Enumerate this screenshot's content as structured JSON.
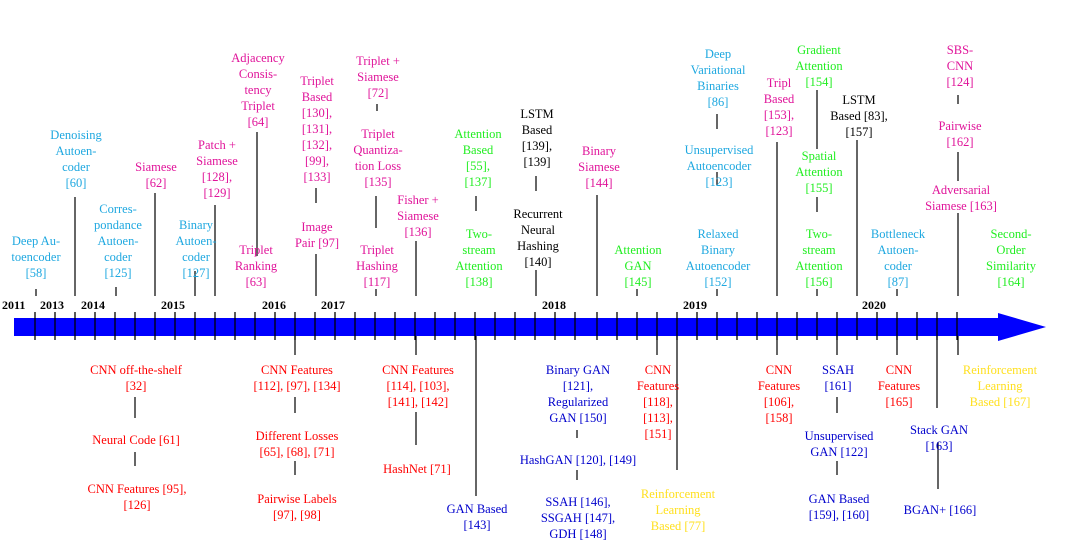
{
  "colors": {
    "axis": "#0000ff",
    "red": "#ff0000",
    "blue": "#0000cc",
    "cyan": "#1fa8e0",
    "magenta": "#e0149a",
    "green": "#22ee22",
    "yellow": "#ffe020",
    "black": "#000000"
  },
  "years": [
    "2011",
    "2013",
    "2014",
    "2015",
    "2016",
    "2017",
    "2018",
    "2019",
    "2020"
  ],
  "above": [
    {
      "lines": [
        "Deep Au-",
        "toencoder",
        "[58]"
      ],
      "color": "cyan"
    },
    {
      "lines": [
        "Denoising",
        "Autoen-",
        "coder",
        "[60]"
      ],
      "color": "cyan"
    },
    {
      "lines": [
        "Corres-",
        "pondance",
        "Autoen-",
        "coder",
        "[125]"
      ],
      "color": "cyan"
    },
    {
      "lines": [
        "Siamese",
        "[62]"
      ],
      "color": "magenta"
    },
    {
      "lines": [
        "Binary",
        "Autoen-",
        "coder",
        "[127]"
      ],
      "color": "cyan"
    },
    {
      "lines": [
        "Patch +",
        "Siamese",
        "[128],",
        "[129]"
      ],
      "color": "magenta"
    },
    {
      "lines": [
        "Adjacency",
        "Consis-",
        "tency",
        "Triplet",
        "[64]"
      ],
      "color": "magenta"
    },
    {
      "lines": [
        "Triplet",
        "Ranking",
        "[63]"
      ],
      "color": "magenta"
    },
    {
      "lines": [
        "Triplet",
        "Based",
        "[130],",
        "[131],",
        "[132],",
        "[99],",
        "[133]"
      ],
      "color": "magenta"
    },
    {
      "lines": [
        "Image",
        "Pair [97]"
      ],
      "color": "magenta"
    },
    {
      "lines": [
        "Triplet +",
        "Siamese",
        "[72]"
      ],
      "color": "magenta"
    },
    {
      "lines": [
        "Triplet",
        "Quantiza-",
        "tion Loss",
        "[135]"
      ],
      "color": "magenta"
    },
    {
      "lines": [
        "Triplet",
        "Hashing",
        "[117]"
      ],
      "color": "magenta"
    },
    {
      "lines": [
        "Fisher +",
        "Siamese",
        "[136]"
      ],
      "color": "magenta"
    },
    {
      "lines": [
        "Attention",
        "Based",
        "[55],",
        "[137]"
      ],
      "color": "green"
    },
    {
      "lines": [
        "Two-",
        "stream",
        "Attention",
        "[138]"
      ],
      "color": "green"
    },
    {
      "lines": [
        "LSTM",
        "Based",
        "[139],",
        "[139]"
      ],
      "color": "black"
    },
    {
      "lines": [
        "Recurrent",
        "Neural",
        "Hashing",
        "[140]"
      ],
      "color": "black"
    },
    {
      "lines": [
        "Binary",
        "Siamese",
        "[144]"
      ],
      "color": "magenta"
    },
    {
      "lines": [
        "Attention",
        "GAN",
        "[145]"
      ],
      "color": "green"
    },
    {
      "lines": [
        "Deep",
        "Variational",
        "Binaries",
        "[86]"
      ],
      "color": "cyan"
    },
    {
      "lines": [
        "Unsupervised",
        "Autoencoder",
        "[123]"
      ],
      "color": "cyan"
    },
    {
      "lines": [
        "Relaxed",
        "Binary",
        "Autoencoder",
        "[152]"
      ],
      "color": "cyan"
    },
    {
      "lines": [
        "Tripl",
        "Based",
        "[153],",
        "[123]"
      ],
      "color": "magenta"
    },
    {
      "lines": [
        "Gradient",
        "Attention",
        "[154]"
      ],
      "color": "green"
    },
    {
      "lines": [
        "Spatial",
        "Attention",
        "[155]"
      ],
      "color": "green"
    },
    {
      "lines": [
        "Two-",
        "stream",
        "Attention",
        "[156]"
      ],
      "color": "green"
    },
    {
      "lines": [
        "LSTM",
        "Based [83],",
        "[157]"
      ],
      "color": "black"
    },
    {
      "lines": [
        "Bottleneck",
        "Autoen-",
        "coder",
        "[87]"
      ],
      "color": "cyan"
    },
    {
      "lines": [
        "SBS-",
        "CNN",
        "[124]"
      ],
      "color": "magenta"
    },
    {
      "lines": [
        "Pairwise",
        "[162]"
      ],
      "color": "magenta"
    },
    {
      "lines": [
        "Adversarial",
        "Siamese [163]"
      ],
      "color": "magenta"
    },
    {
      "lines": [
        "Second-",
        "Order",
        "Similarity",
        "[164]"
      ],
      "color": "green"
    }
  ],
  "below": [
    {
      "lines": [
        "CNN off-the-shelf",
        "[32]"
      ],
      "color": "red"
    },
    {
      "lines": [
        "Neural Code [61]"
      ],
      "color": "red"
    },
    {
      "lines": [
        "CNN Features [95],",
        "[126]"
      ],
      "color": "red"
    },
    {
      "lines": [
        "CNN Features",
        "[112], [97], [134]"
      ],
      "color": "red"
    },
    {
      "lines": [
        "Different Losses",
        "[65], [68], [71]"
      ],
      "color": "red"
    },
    {
      "lines": [
        "Pairwise Labels",
        "[97], [98]"
      ],
      "color": "red"
    },
    {
      "lines": [
        "CNN Features",
        "[114], [103],",
        "[141], [142]"
      ],
      "color": "red"
    },
    {
      "lines": [
        "HashNet [71]"
      ],
      "color": "red"
    },
    {
      "lines": [
        "GAN Based",
        "[143]"
      ],
      "color": "blue"
    },
    {
      "lines": [
        "Binary GAN",
        "[121],",
        "Regularized",
        "GAN [150]"
      ],
      "color": "blue"
    },
    {
      "lines": [
        "HashGAN [120], [149]"
      ],
      "color": "blue"
    },
    {
      "lines": [
        "SSAH [146],",
        "SSGAH [147],",
        "GDH [148]"
      ],
      "color": "blue"
    },
    {
      "lines": [
        "CNN",
        "Features",
        "[118],",
        "[113],",
        "[151]"
      ],
      "color": "red"
    },
    {
      "lines": [
        "Reinforcement",
        "Learning",
        "Based [77]"
      ],
      "color": "yellow"
    },
    {
      "lines": [
        "CNN",
        "Features",
        "[106],",
        "[158]"
      ],
      "color": "red"
    },
    {
      "lines": [
        "SSAH",
        "[161]"
      ],
      "color": "blue"
    },
    {
      "lines": [
        "Unsupervised",
        "GAN [122]"
      ],
      "color": "blue"
    },
    {
      "lines": [
        "GAN Based",
        "[159], [160]"
      ],
      "color": "blue"
    },
    {
      "lines": [
        "CNN",
        "Features",
        "[165]"
      ],
      "color": "red"
    },
    {
      "lines": [
        "Stack GAN",
        "[163]"
      ],
      "color": "blue"
    },
    {
      "lines": [
        "BGAN+ [166]"
      ],
      "color": "blue"
    },
    {
      "lines": [
        "Reinforcement",
        "Learning",
        "Based [167]"
      ],
      "color": "yellow"
    }
  ]
}
